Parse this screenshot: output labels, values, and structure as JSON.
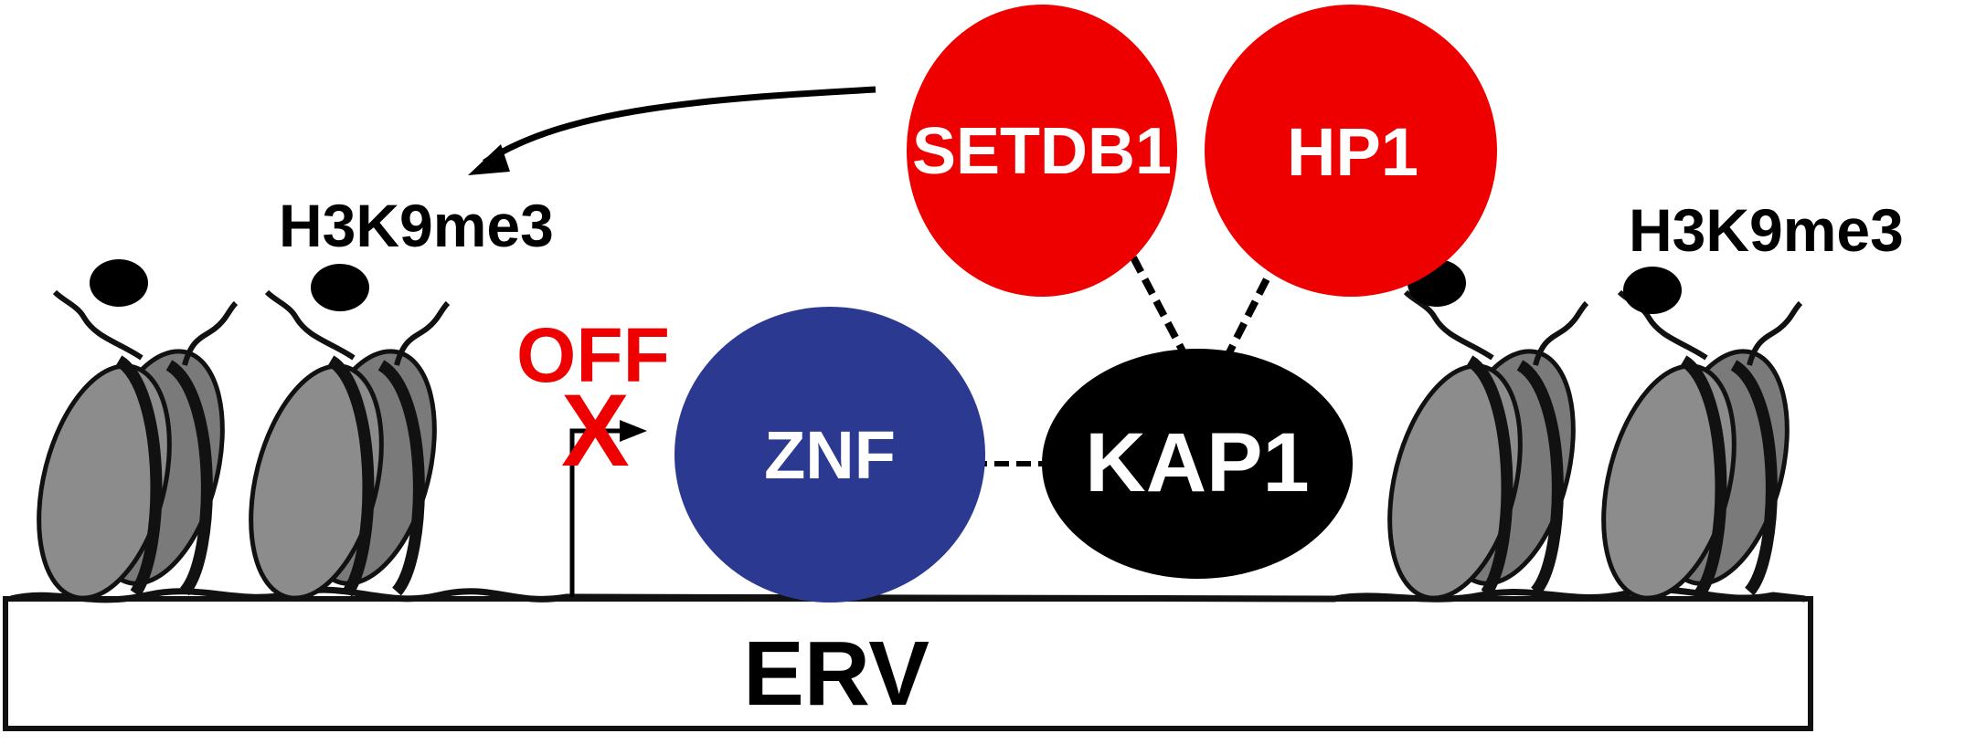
{
  "colors": {
    "protein_red": "#ee0000",
    "znf_blue": "#2b3990",
    "kap1_black": "#000000",
    "nucleosome_grey": "#7a7a7a",
    "off_red": "#ee0000",
    "text_on_dark": "#ffffff",
    "text_dark": "#000000"
  },
  "labels": {
    "setdb1": "SETDB1",
    "hp1": "HP1",
    "znf": "ZNF",
    "kap1": "KAP1",
    "erv": "ERV",
    "h3k9me3_left": "H3K9me3",
    "h3k9me3_right": "H3K9me3",
    "off": "OFF",
    "x_mark": "X"
  },
  "icons": {
    "nucleosome": "nucleosome-icon",
    "methyl_mark": "methyl-mark-icon",
    "promoter_arrow": "promoter-arrow-icon",
    "curved_arrow": "curved-arrow-icon"
  }
}
